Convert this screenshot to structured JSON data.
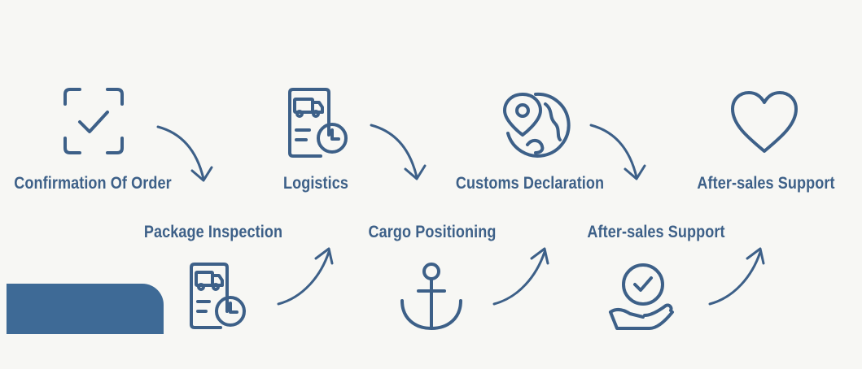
{
  "diagram": {
    "accent_color": "#3d6088",
    "block_color": "#3e6a96",
    "steps": [
      {
        "label": "Confirmation Of Order",
        "icon": "check-frame-icon"
      },
      {
        "label": "Package Inspection",
        "icon": "truck-document-icon"
      },
      {
        "label": "Logistics",
        "icon": "truck-document-icon"
      },
      {
        "label": "Cargo Positioning",
        "icon": "anchor-icon"
      },
      {
        "label": "Customs Declaration",
        "icon": "globe-pin-icon"
      },
      {
        "label": "After-sales Support",
        "icon": "hand-check-icon"
      },
      {
        "label": "After-sales Support",
        "icon": "heart-icon"
      }
    ]
  }
}
